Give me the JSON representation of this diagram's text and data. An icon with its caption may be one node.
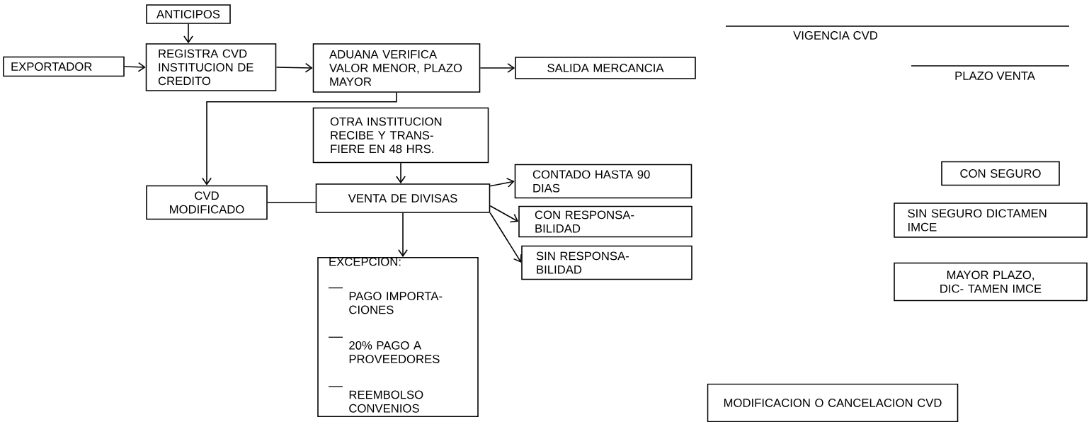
{
  "diagram": {
    "nodes": [
      {
        "text": [
          "ANTICIPOS"
        ]
      },
      {
        "text": [
          "EXPORTADOR"
        ]
      },
      {
        "text": [
          "REGISTRA CVD INSTITUCION DE CREDITO"
        ]
      },
      {
        "text": [
          "ADUANA VERIFICA VALOR MENOR, PLAZO MAYOR"
        ]
      },
      {
        "text": [
          "SALIDA MERCANCIA"
        ]
      },
      {
        "text": [
          "OTRA INSTITUCION RECIBE Y TRANS- FIERE EN 48 HRS."
        ]
      },
      {
        "text": [
          "CVD MODIFICADO"
        ]
      },
      {
        "text": [
          "VENTA DE DIVISAS"
        ]
      },
      {
        "text": [
          "CONTADO HASTA 90 DIAS"
        ]
      },
      {
        "text": [
          "CON RESPONSA- BILIDAD"
        ]
      },
      {
        "text": [
          "SIN RESPONSA- BILIDAD"
        ]
      },
      {
        "text": [
          "EXCEPCION:",
          "PAGO IMPORTA- CIONES",
          "20% PAGO A PROVEEDORES",
          "REEMBOLSO CONVENIOS"
        ]
      },
      {
        "text": [
          "CON SEGURO"
        ]
      },
      {
        "text": [
          "SIN SEGURO DICTAMEN IMCE"
        ]
      },
      {
        "text": [
          "MAYOR PLAZO, DIC- TAMEN IMCE"
        ]
      },
      {
        "text": [
          "MODIFICACION O CANCELACION CVD"
        ]
      }
    ],
    "edges": [
      {
        "from": 0,
        "to": 2,
        "arrow": "to"
      },
      {
        "from": 1,
        "to": 2,
        "arrow": "to"
      },
      {
        "from": 2,
        "to": 3,
        "arrow": "to"
      },
      {
        "from": 3,
        "to": 4,
        "arrow": "to"
      },
      {
        "from": 3,
        "to": 6,
        "arrow": "to"
      },
      {
        "from": 5,
        "to": 7,
        "arrow": "to"
      },
      {
        "from": 6,
        "to": 7,
        "arrow": "none"
      },
      {
        "from": 7,
        "to": 8,
        "arrow": "to"
      },
      {
        "from": 7,
        "to": 9,
        "arrow": "to"
      },
      {
        "from": 7,
        "to": 10,
        "arrow": "to"
      },
      {
        "from": 7,
        "to": 11,
        "arrow": "to"
      }
    ],
    "labels": [
      "VIGENCIA CVD",
      "PLAZO VENTA"
    ]
  }
}
